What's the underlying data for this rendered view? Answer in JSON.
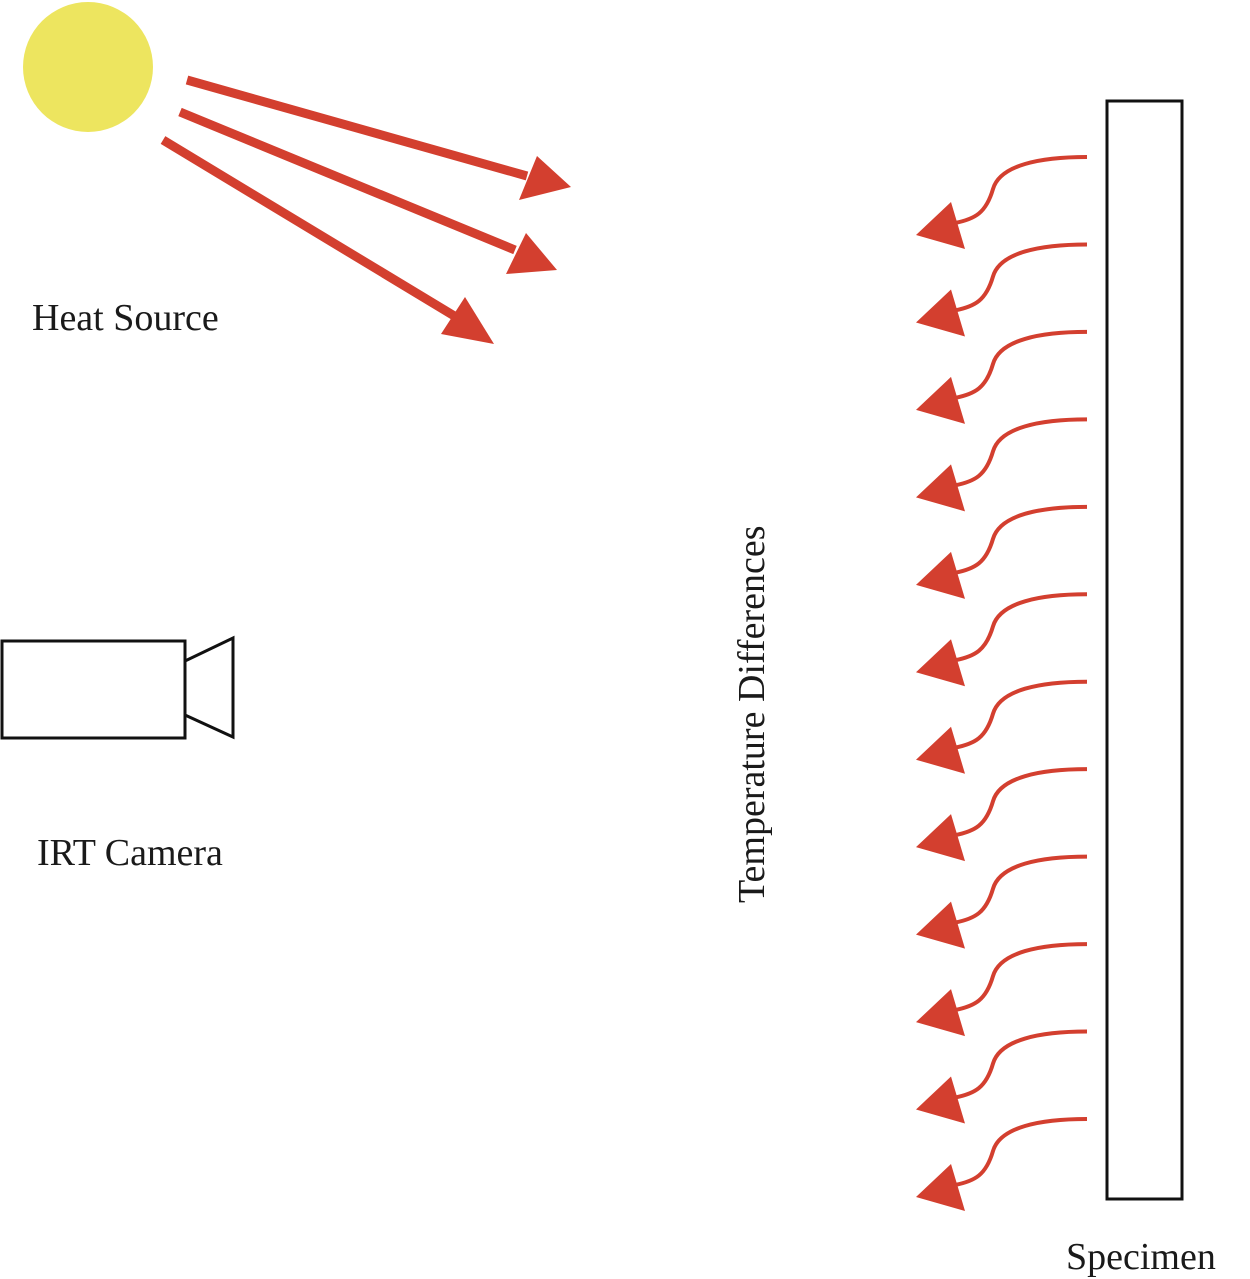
{
  "labels": {
    "heat_source": "Heat Source",
    "camera": "IRT Camera",
    "temperature": "Temperature Differences",
    "specimen": "Specimen"
  },
  "colors": {
    "sun": "#ede55f",
    "arrow": "#d33f2f",
    "outline": "#111111"
  },
  "icons": {
    "heat_source": "sun-circle-icon",
    "camera": "video-camera-icon"
  },
  "emitted_arrow_count": 12,
  "incident_ray_count": 3
}
